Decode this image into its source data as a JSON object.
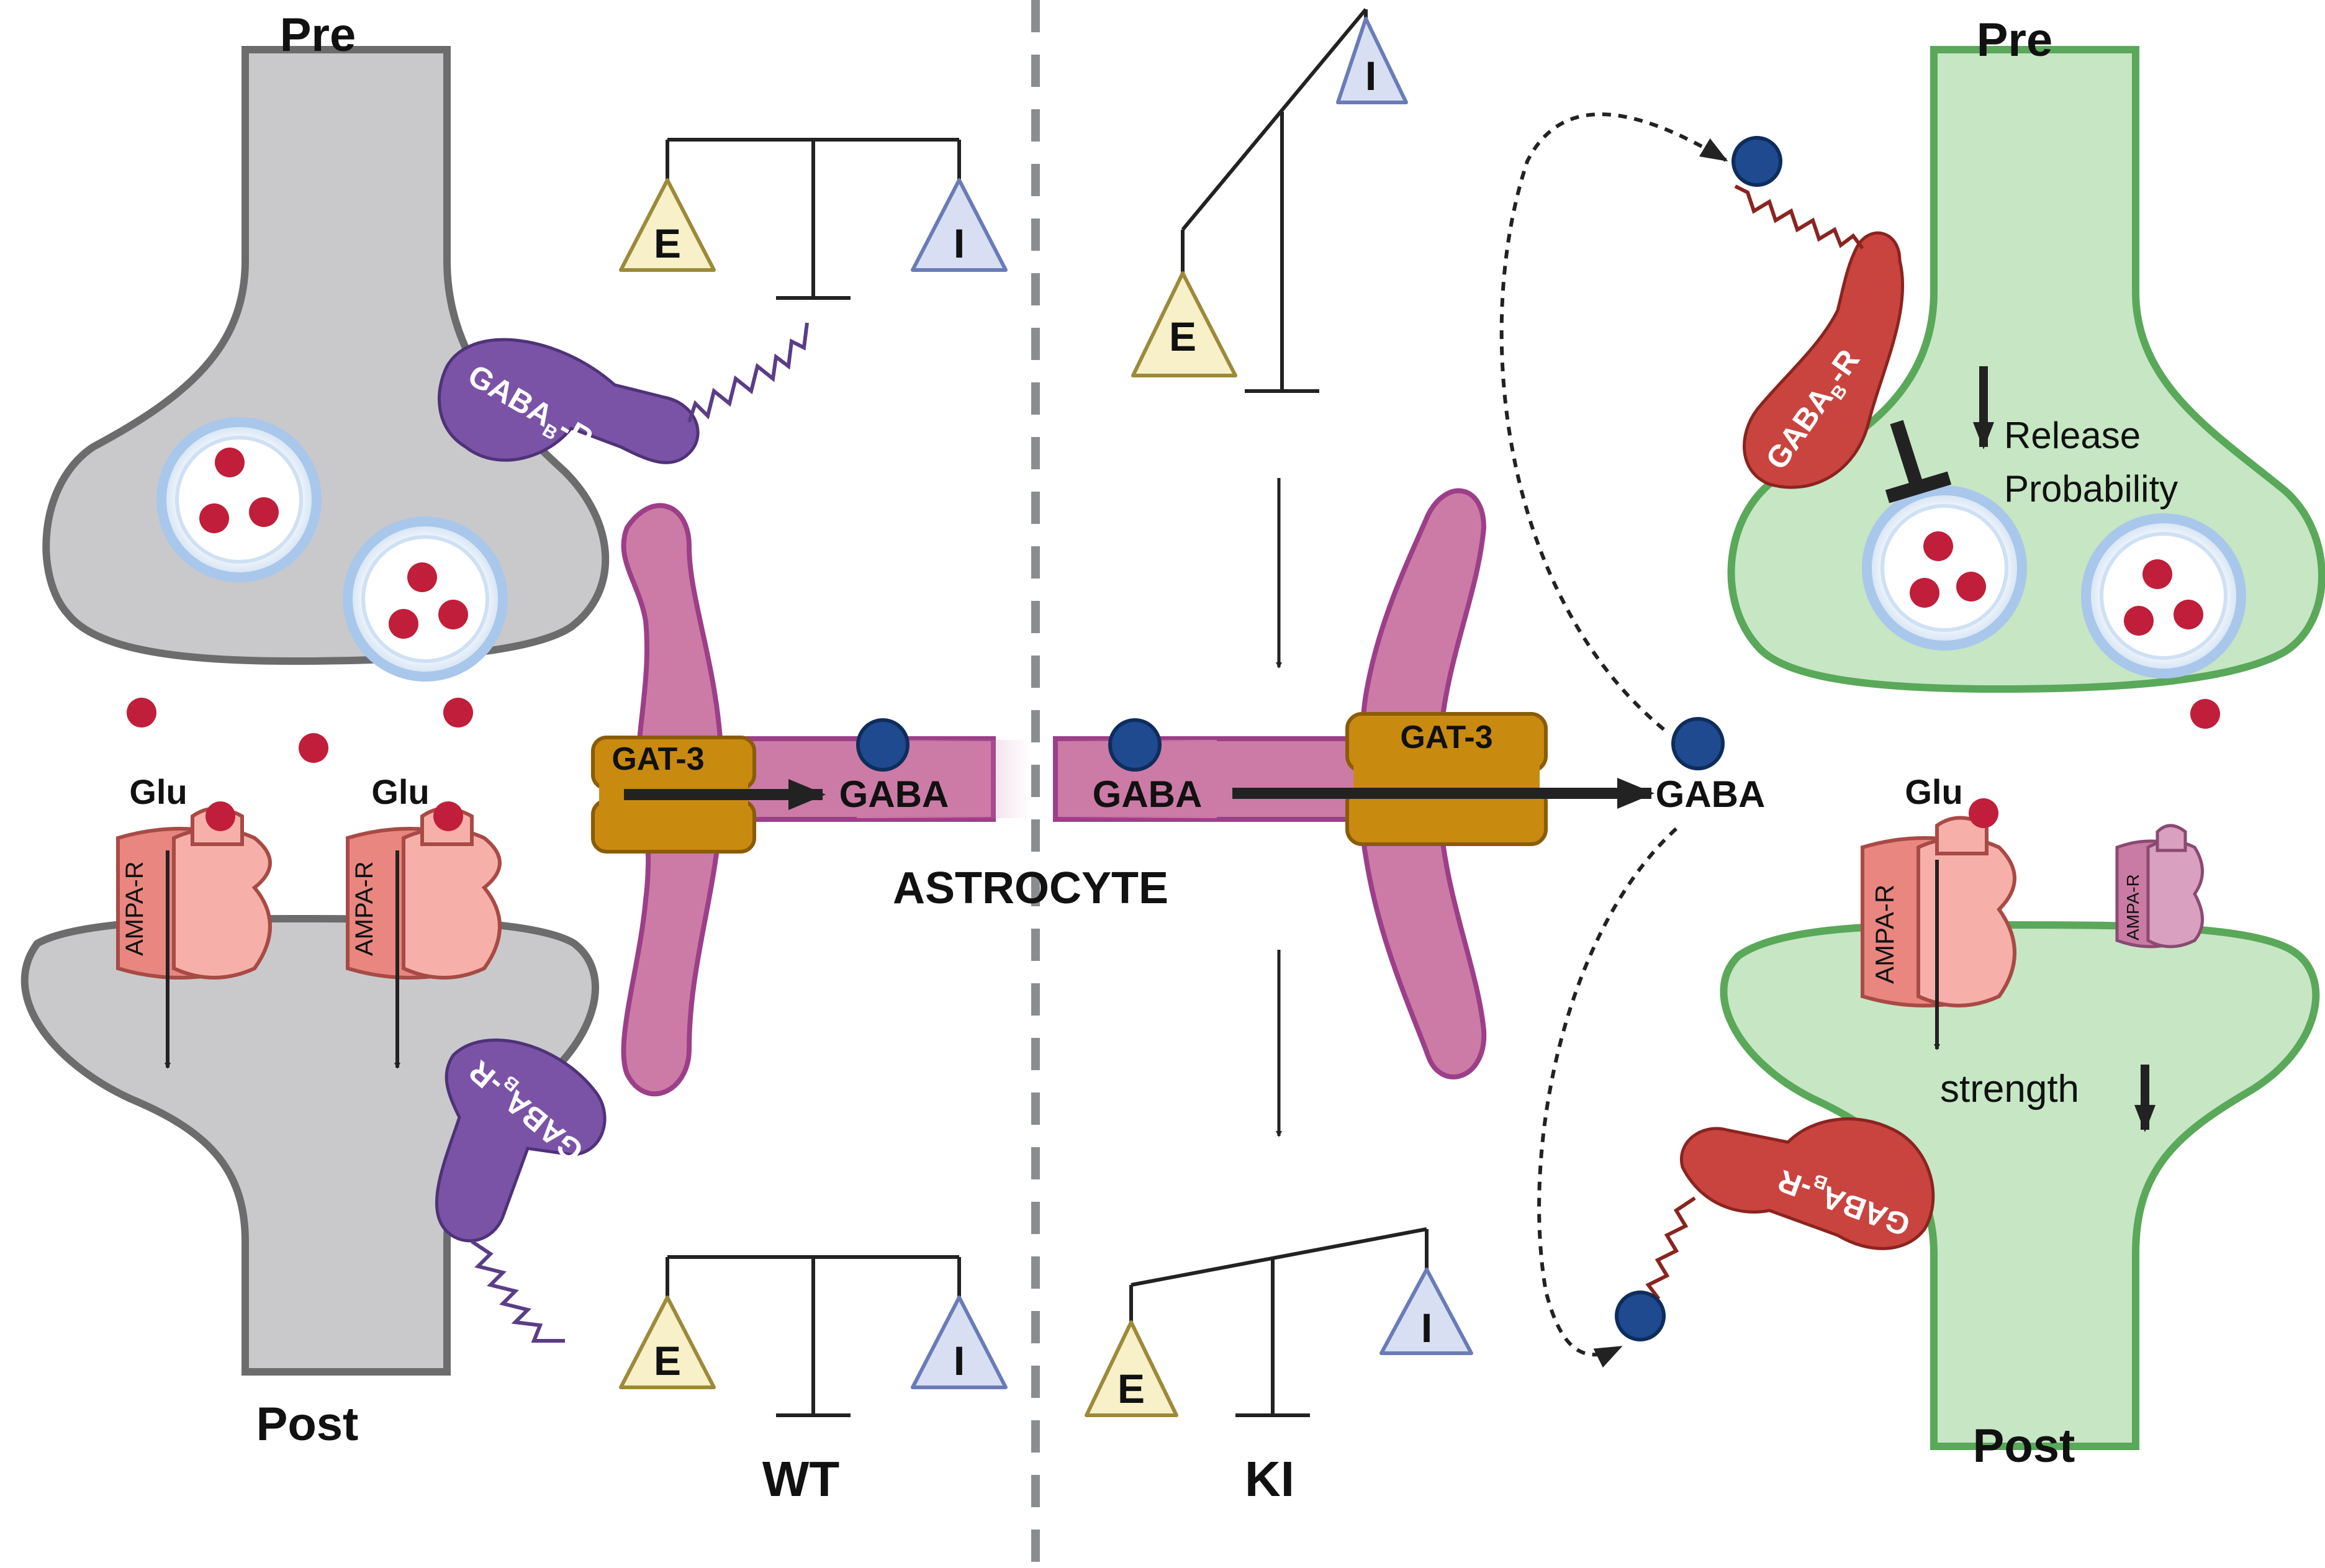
{
  "left": {
    "pre": "Pre",
    "post": "Post",
    "glu_1": "Glu",
    "glu_2": "Glu",
    "ampa_1": "AMPA-R",
    "ampa_2": "AMPA-R",
    "gabab_top_main": "GABA",
    "gabab_top_sub": "B",
    "gabab_top_tail": "-R",
    "gabab_bot_main": "GABA",
    "gabab_bot_sub": "B",
    "gabab_bot_tail": "-R"
  },
  "center": {
    "gat3_left": "GAT-3",
    "gat3_right": "GAT-3",
    "gaba_left": "GABA",
    "gaba_right": "GABA",
    "gaba_out": "GABA",
    "astrocyte": "ASTROCYTE",
    "wt": "WT",
    "ki": "KI"
  },
  "balances": {
    "E": "E",
    "I": "I"
  },
  "right": {
    "pre": "Pre",
    "post": "Post",
    "glu": "Glu",
    "ampa_big": "AMPA-R",
    "ampa_small": "AMPA-R",
    "release_1": "Release",
    "release_2": "Probability",
    "strength": "strength",
    "gabab_top_main": "GABA",
    "gabab_top_sub": "B",
    "gabab_top_tail": "-R",
    "gabab_bot_main": "GABA",
    "gabab_bot_sub": "B",
    "gabab_bot_tail": "-R"
  },
  "colors": {
    "grey_neuron": "#c9c9cb",
    "green_neuron": "#c6e6c4",
    "astrocyte": "#cc7ba6",
    "gat3": "#c98a10",
    "gabab_purple": "#7a53a6",
    "gabab_red": "#c9443f",
    "gaba_ball": "#1f4a8f",
    "glu_ball": "#c01e3a",
    "ampa": "#f0a09a",
    "excitation_tri": "#f7f0c8",
    "inhibition_tri": "#d8dff3"
  }
}
